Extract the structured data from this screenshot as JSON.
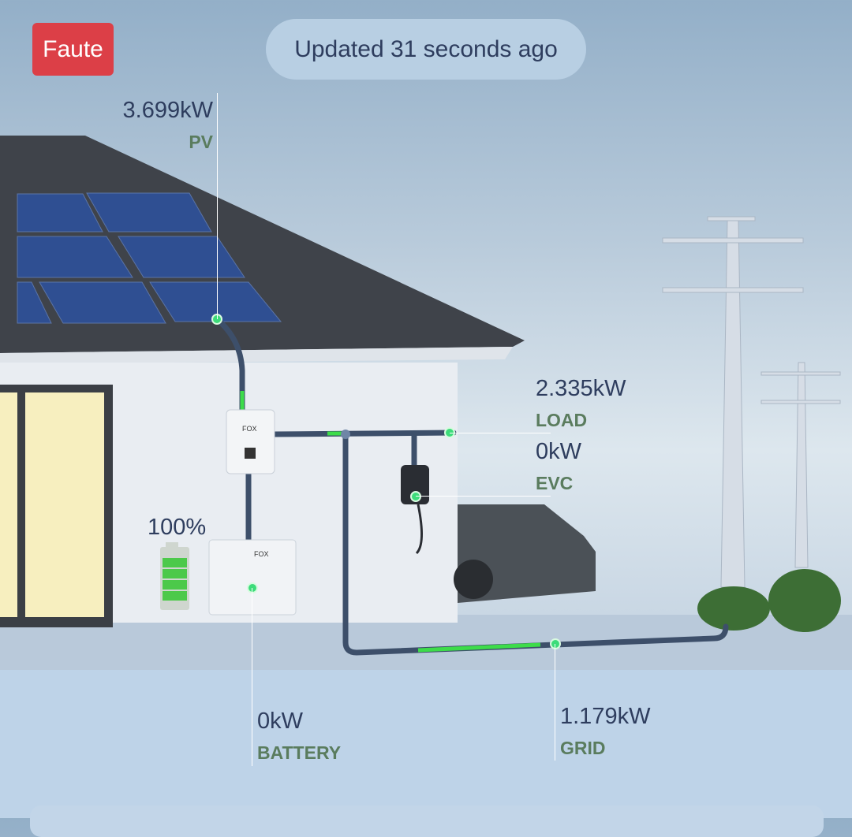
{
  "header": {
    "status_badge": "Faute",
    "updated_text": "Updated 31 seconds ago"
  },
  "flows": {
    "pv": {
      "value": "3.699kW",
      "label": "PV"
    },
    "load": {
      "value": "2.335kW",
      "label": "LOAD"
    },
    "evc": {
      "value": "0kW",
      "label": "EVC"
    },
    "battery": {
      "value": "0kW",
      "label": "BATTERY",
      "soc": "100%"
    },
    "grid": {
      "value": "1.179kW",
      "label": "GRID"
    }
  },
  "device_brand": "FOX",
  "colors": {
    "fault": "#dc3f47",
    "flow_active": "#3ddc4a",
    "line": "#3d4f6a",
    "label": "#5a7c5e",
    "value": "#2e3d5e"
  }
}
